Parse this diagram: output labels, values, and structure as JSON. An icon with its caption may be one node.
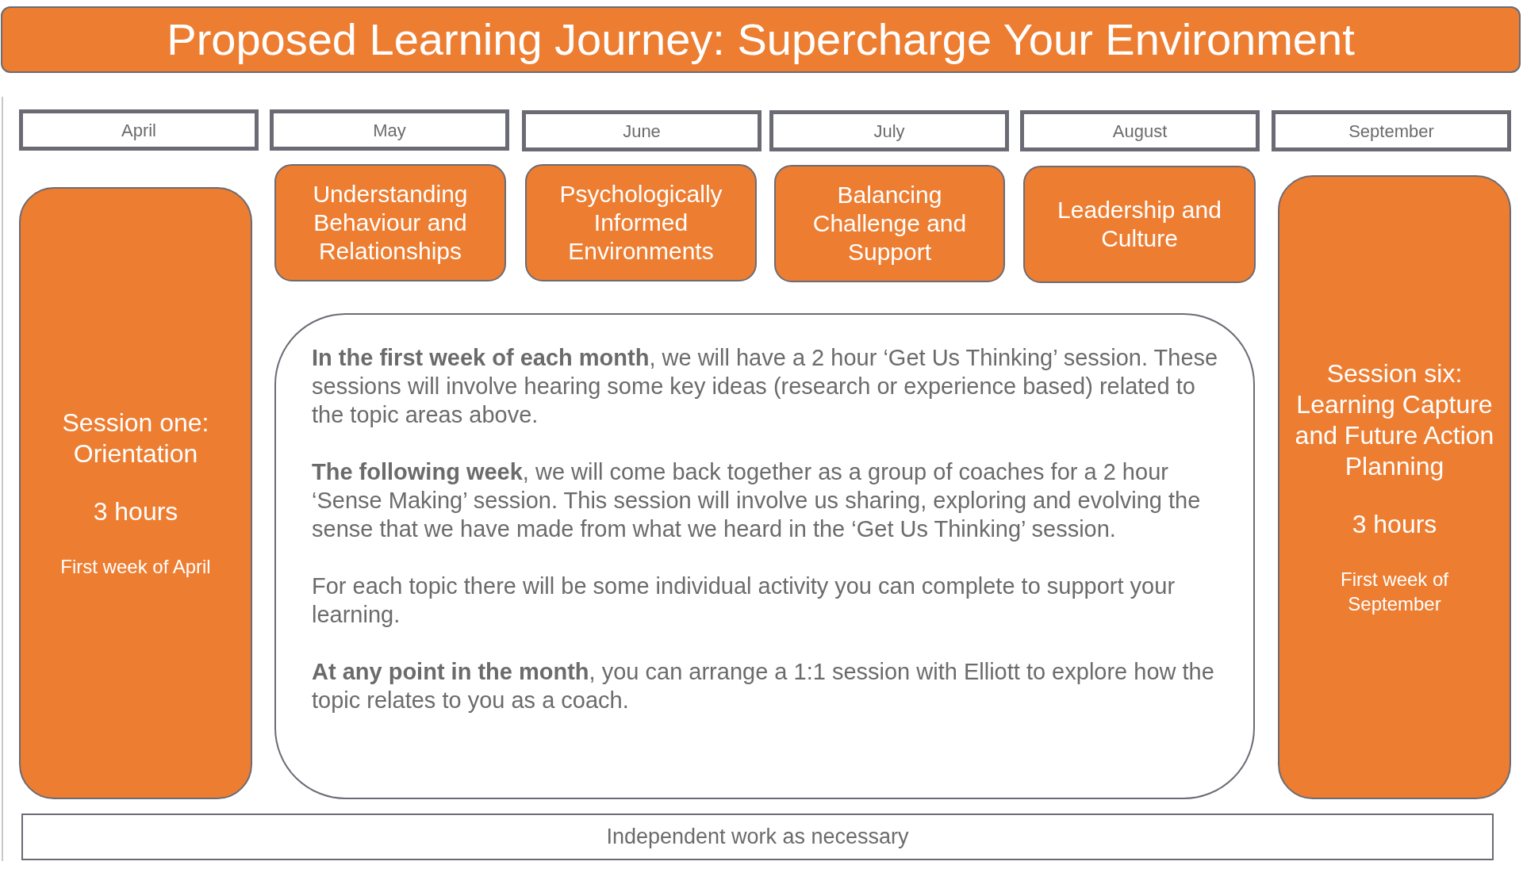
{
  "diagram": {
    "title": "Proposed Learning Journey: Supercharge Your Environment",
    "nodes": [
      {
        "text": [
          "April"
        ]
      },
      {
        "text": [
          "May"
        ]
      },
      {
        "text": [
          "June"
        ]
      },
      {
        "text": [
          "July"
        ]
      },
      {
        "text": [
          "August"
        ]
      },
      {
        "text": [
          "September"
        ]
      },
      {
        "text": [
          "Session one: Orientation",
          "3 hours",
          "First week of April"
        ]
      },
      {
        "text": [
          "Understanding Behaviour and Relationships"
        ]
      },
      {
        "text": [
          "Psychologically Informed Environments"
        ]
      },
      {
        "text": [
          "Balancing Challenge and Support"
        ]
      },
      {
        "text": [
          "Leadership and Culture"
        ]
      },
      {
        "text": [
          "Session six: Learning Capture and Future Action Planning",
          "3 hours",
          "First week of September"
        ]
      },
      {
        "text": [
          "**In the first week of each month**, we will have a 2 hour ‘Get Us Thinking’ session. These sessions will involve hearing some key ideas (research or experience based) related to the topic areas above.",
          "**The following week**, we will come back together as a group of coaches for a 2 hour ‘Sense Making’ session. This session will involve us sharing, exploring and evolving the sense that we have made from what we heard in the ‘Get Us Thinking’ session.",
          "For each topic there will be some individual activity you can complete to support your learning.",
          "**At any point in the month**, you can arrange a 1:1 session with Elliott to explore how the topic relates to you as a coach."
        ]
      },
      {
        "text": [
          "Independent work as necessary"
        ]
      }
    ]
  }
}
